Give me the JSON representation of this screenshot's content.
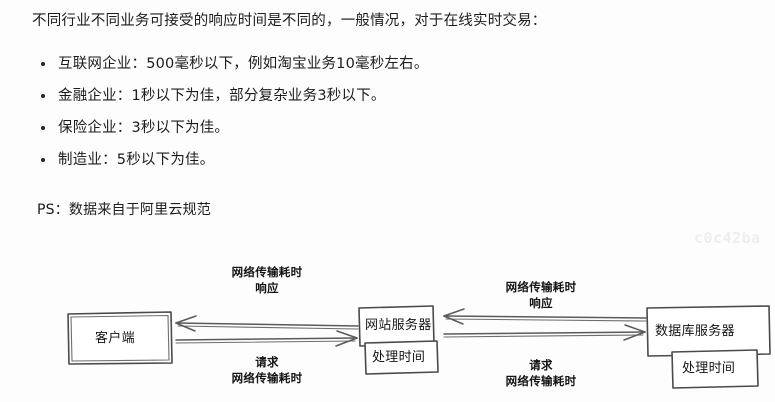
{
  "article": {
    "intro": "不同行业不同业务可接受的响应时间是不同的，一般情况，对于在线实时交易：",
    "bullets": [
      "互联网企业：500毫秒以下，例如淘宝业务10毫秒左右。",
      "金融企业：1秒以下为佳，部分复杂业务3秒以下。",
      "保险企业：3秒以下为佳。",
      "制造业：5秒以下为佳。"
    ],
    "ps": "PS：数据来自于阿里云规范"
  },
  "watermark": "c0c42ba",
  "diagram": {
    "nodes": {
      "client": "客户端",
      "web_server": "网站服务器",
      "web_server_processing": "处理时间",
      "db_server": "数据库服务器",
      "db_server_processing": "处理时间"
    },
    "edges": {
      "client_web_response_line1": "网络传输耗时",
      "client_web_response_line2": "响应",
      "client_web_request_line1": "请求",
      "client_web_request_line2": "网络传输耗时",
      "web_db_response_line1": "网络传输耗时",
      "web_db_response_line2": "响应",
      "web_db_request_line1": "请求",
      "web_db_request_line2": "网络传输耗时"
    }
  },
  "colors": {
    "background": "#fdfdfd",
    "text": "#1c1c1c",
    "stroke": "#4a4a4a",
    "watermark": "#eceef0"
  }
}
